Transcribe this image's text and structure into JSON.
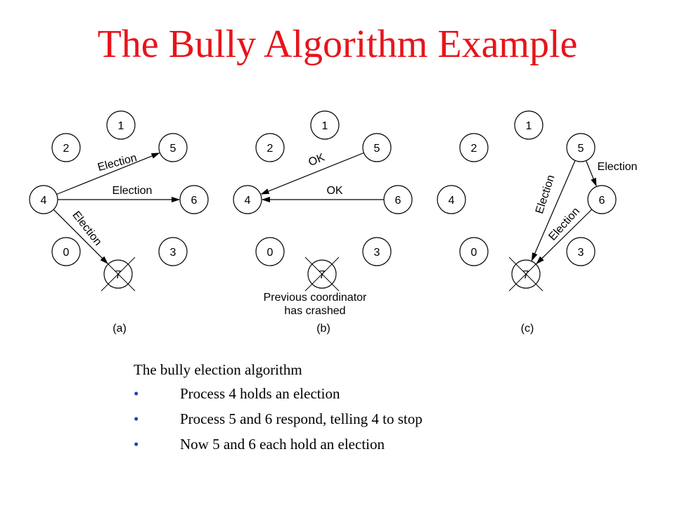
{
  "title": "The Bully Algorithm Example",
  "panels": [
    {
      "label": "(a)",
      "nodes": [
        "1",
        "2",
        "5",
        "4",
        "6",
        "0",
        "7",
        "3"
      ],
      "crashed": [
        "7"
      ],
      "edges": [
        {
          "from": "4",
          "to": "5",
          "label": "Election"
        },
        {
          "from": "4",
          "to": "6",
          "label": "Election"
        },
        {
          "from": "4",
          "to": "7",
          "label": "Election"
        }
      ]
    },
    {
      "label": "(b)",
      "nodes": [
        "1",
        "2",
        "5",
        "4",
        "6",
        "0",
        "7",
        "3"
      ],
      "crashed": [
        "7"
      ],
      "note": [
        "Previous coordinator",
        "has crashed"
      ],
      "edges": [
        {
          "from": "5",
          "to": "4",
          "label": "OK"
        },
        {
          "from": "6",
          "to": "4",
          "label": "OK"
        }
      ]
    },
    {
      "label": "(c)",
      "nodes": [
        "1",
        "2",
        "5",
        "4",
        "6",
        "0",
        "7",
        "3"
      ],
      "crashed": [
        "7"
      ],
      "edges": [
        {
          "from": "5",
          "to": "6",
          "label": "Election"
        },
        {
          "from": "5",
          "to": "7",
          "label": "Election"
        },
        {
          "from": "6",
          "to": "7",
          "label": "Election"
        }
      ]
    }
  ],
  "description": {
    "heading": "The bully election algorithm",
    "bullet_symbol": "•",
    "bullets": [
      "Process 4 holds an election",
      "Process 5 and 6 respond, telling 4 to stop",
      "Now 5 and 6 each hold an election"
    ]
  }
}
